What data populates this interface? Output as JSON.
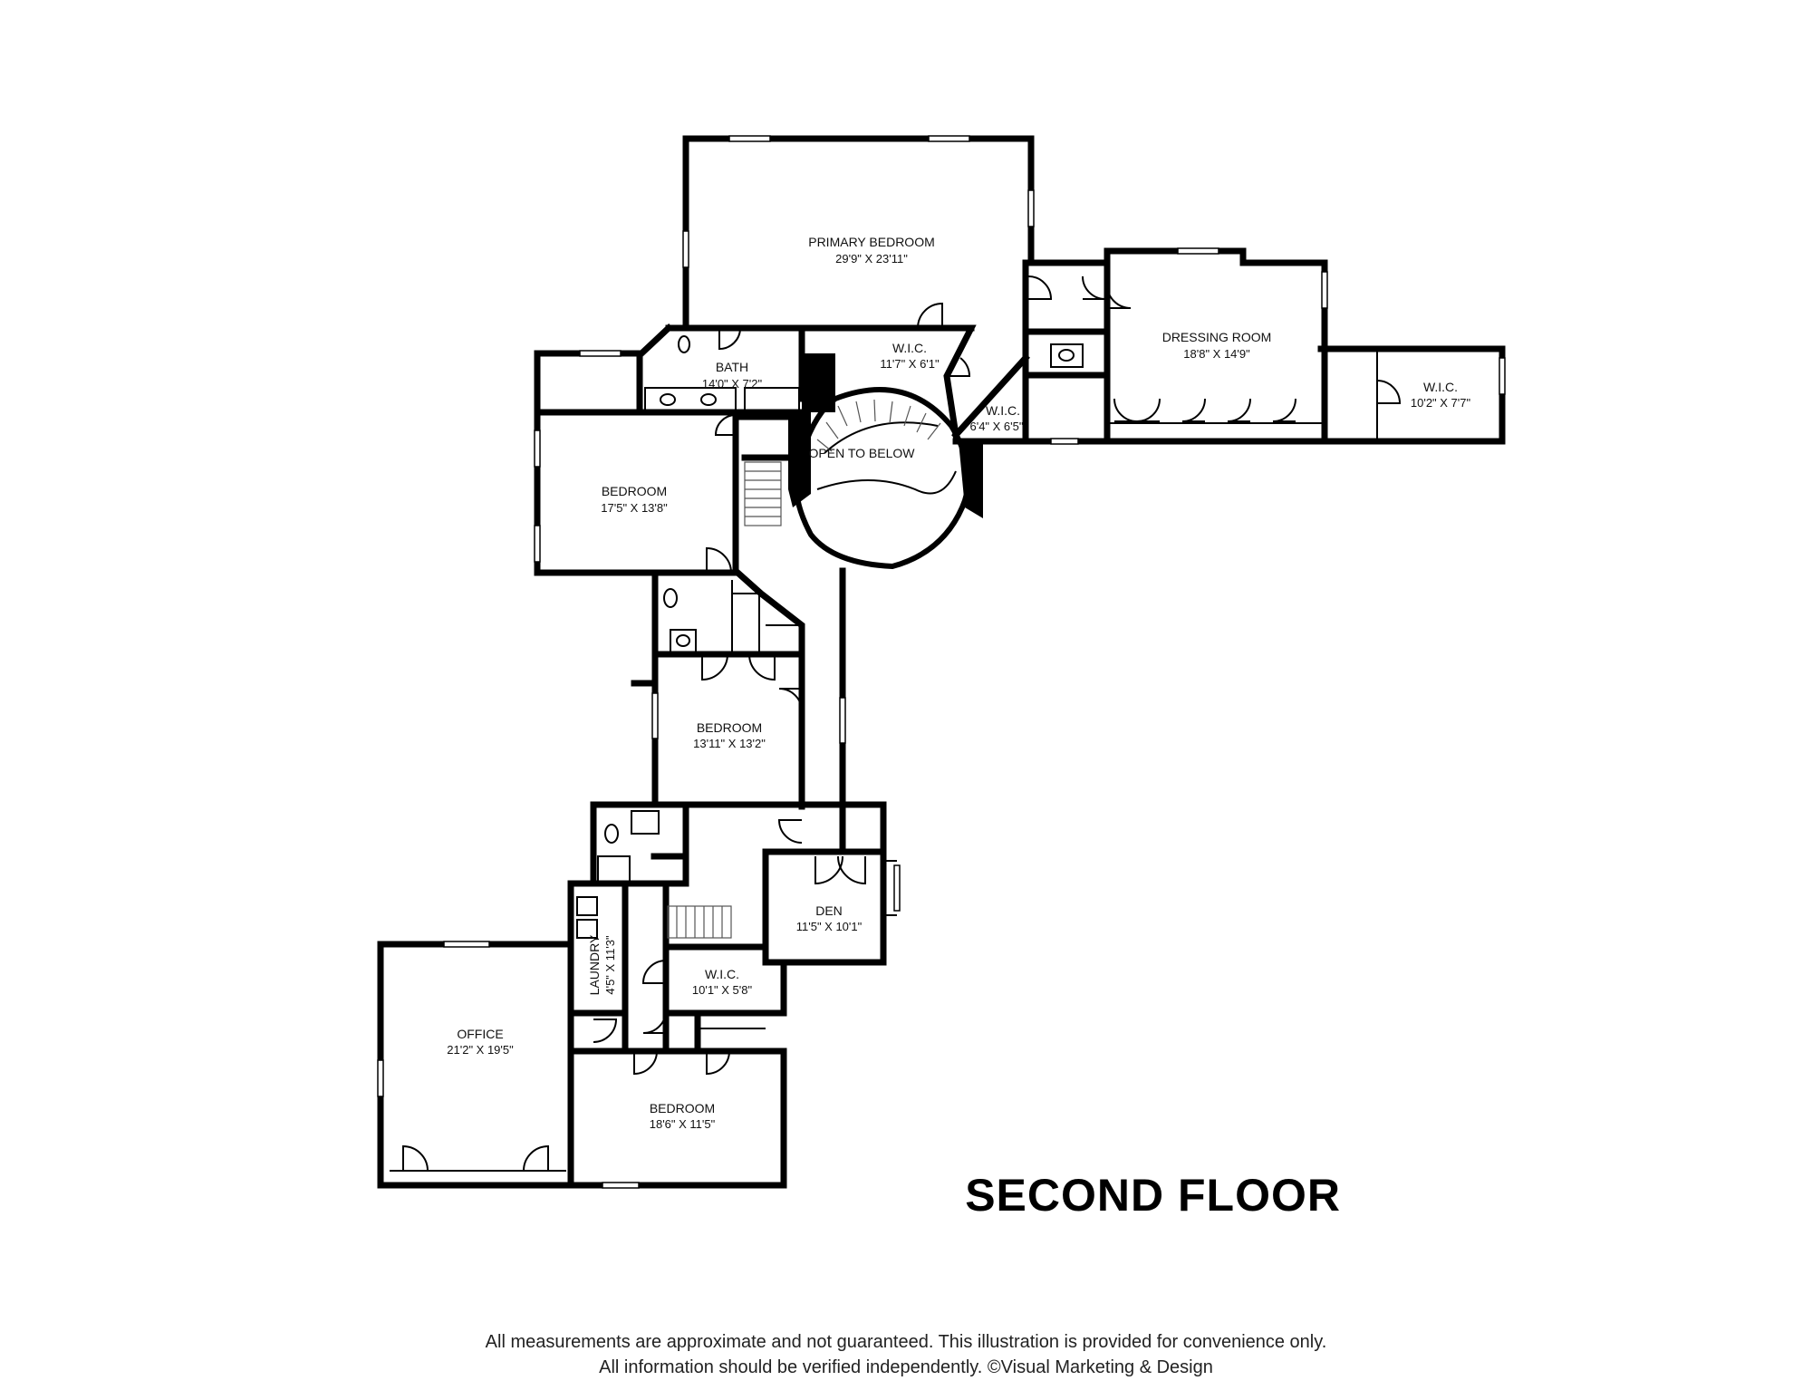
{
  "title": "SECOND FLOOR",
  "disclaimer": {
    "line1": "All measurements are approximate and not guaranteed. This illustration is provided for convenience only.",
    "line2": "All information should be verified independently. ©Visual Marketing & Design"
  },
  "rooms": [
    {
      "key": "primary-bedroom",
      "name": "PRIMARY BEDROOM",
      "dims": "29'9\" X 23'11\""
    },
    {
      "key": "dressing-room",
      "name": "DRESSING ROOM",
      "dims": "18'8\" X 14'9\""
    },
    {
      "key": "wic-main",
      "name": "W.I.C.",
      "dims": "11'7\" X 6'1\""
    },
    {
      "key": "wic-small",
      "name": "W.I.C.",
      "dims": "6'4\" X 6'5\""
    },
    {
      "key": "wic-east",
      "name": "W.I.C.",
      "dims": "10'2\" X 7'7\""
    },
    {
      "key": "bath",
      "name": "BATH",
      "dims": "14'0\" X 7'2\""
    },
    {
      "key": "open-to-below",
      "name": "OPEN TO BELOW",
      "dims": ""
    },
    {
      "key": "bedroom-1",
      "name": "BEDROOM",
      "dims": "17'5\" X 13'8\""
    },
    {
      "key": "bedroom-2",
      "name": "BEDROOM",
      "dims": "13'11\" X 13'2\""
    },
    {
      "key": "den",
      "name": "DEN",
      "dims": "11'5\" X 10'1\""
    },
    {
      "key": "laundry",
      "name": "LAUNDRY",
      "dims": "4'5\" X 11'3\""
    },
    {
      "key": "wic-lower",
      "name": "W.I.C.",
      "dims": "10'1\" X 5'8\""
    },
    {
      "key": "office",
      "name": "OFFICE",
      "dims": "21'2\" X 19'5\""
    },
    {
      "key": "bedroom-3",
      "name": "BEDROOM",
      "dims": "18'6\" X 11'5\""
    }
  ]
}
